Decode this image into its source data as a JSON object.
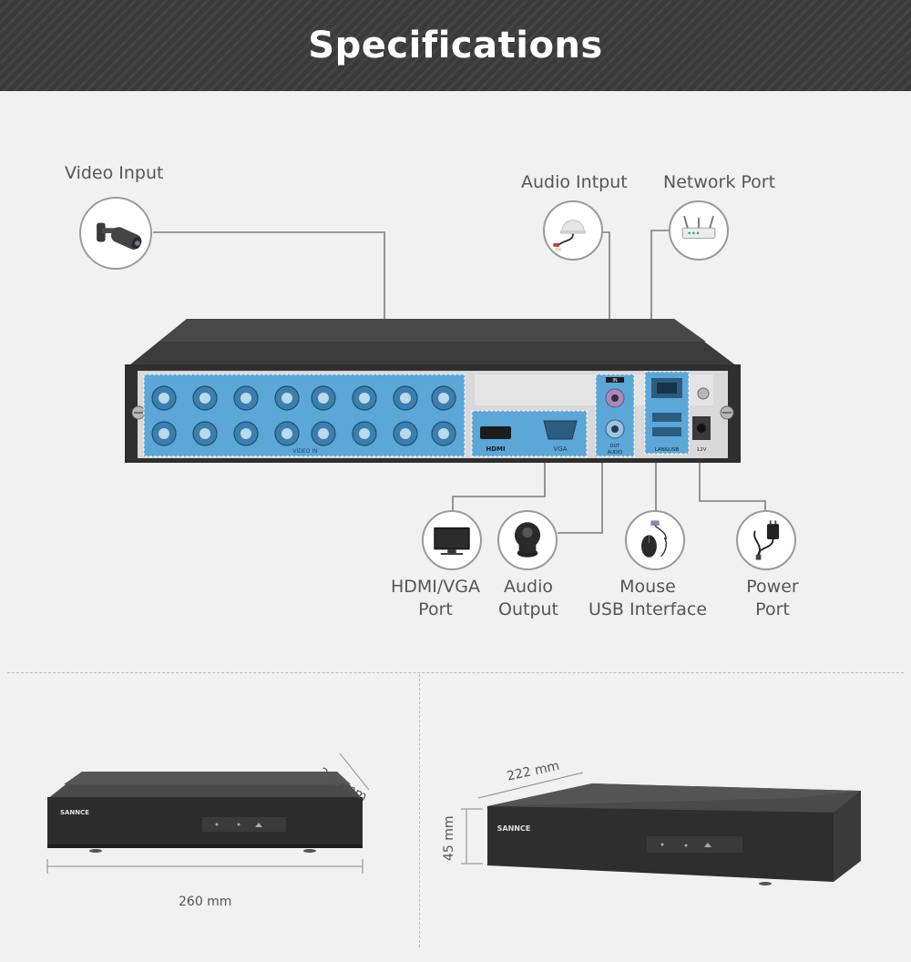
{
  "header": {
    "title": "Specifications"
  },
  "ports": {
    "video_input": "Video Input",
    "audio_input": "Audio Intput",
    "network_port": "Network Port",
    "hdmi_vga_line1": "HDMI/VGA",
    "hdmi_vga_line2": "Port",
    "audio_output_line1": "Audio",
    "audio_output_line2": "Output",
    "mouse_line1": "Mouse",
    "mouse_line2": "USB Interface",
    "power_line1": "Power",
    "power_line2": "Port"
  },
  "panel_labels": {
    "video_in": "VIDEO IN",
    "hdmi": "HDMI",
    "vga": "VGA",
    "audio_in": "IN",
    "audio_out": "OUT",
    "audio": "AUDIO",
    "lan_usb": "LAN&USB",
    "power_12v": "12V"
  },
  "brand": "SANNCE",
  "dimensions": {
    "depth_left": "222 mm",
    "width_left": "260 mm",
    "depth_right": "222 mm",
    "height_right": "45 mm"
  },
  "colors": {
    "highlight": "#5aa7d8",
    "header_bg": "#3a3a3a",
    "page_bg": "#f1f1f1"
  }
}
